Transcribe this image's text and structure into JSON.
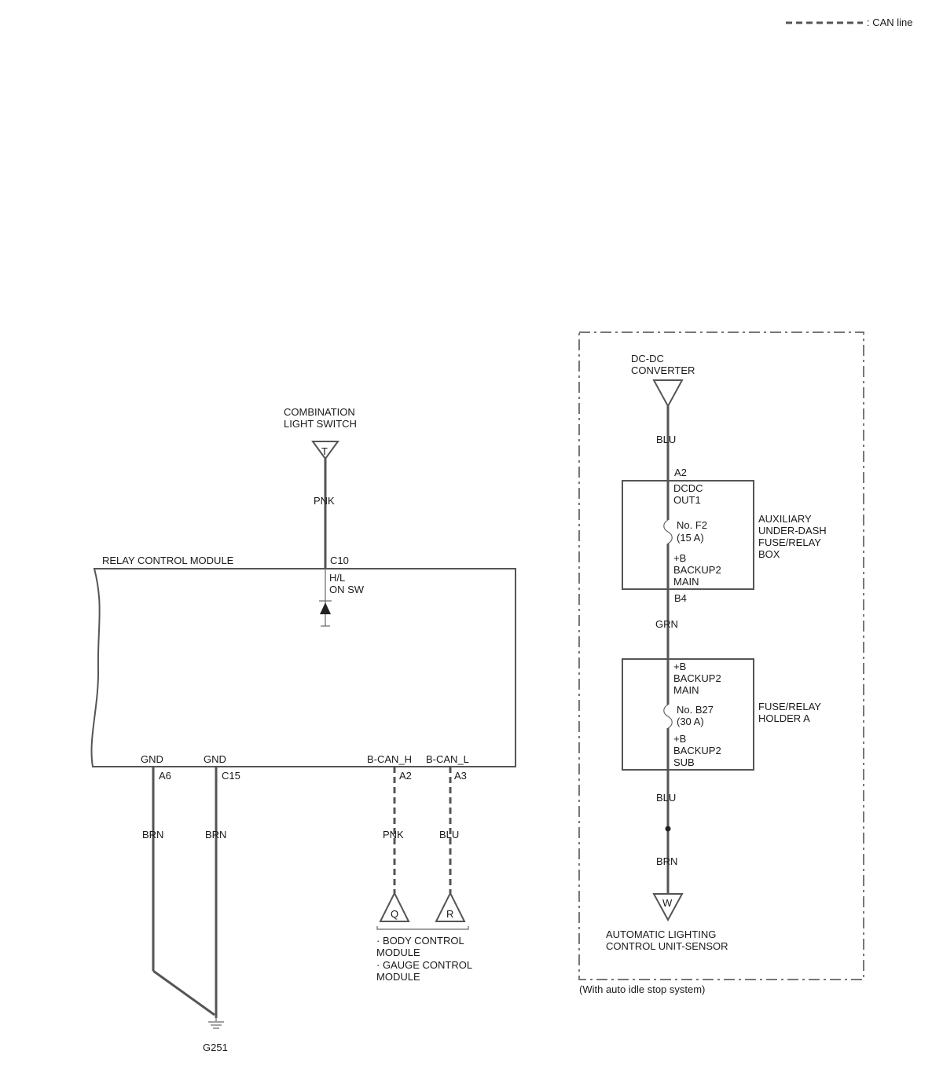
{
  "legend": {
    "can_line": ": CAN line"
  },
  "relay_module": {
    "title": "RELAY CONTROL MODULE",
    "pin_c10": "C10",
    "hl_on_sw_1": "H/L",
    "hl_on_sw_2": "ON SW",
    "gnd1": "GND",
    "gnd2": "GND",
    "can_h": "B-CAN_H",
    "can_l": "B-CAN_L",
    "pin_a6": "A6",
    "pin_c15": "C15",
    "pin_a2": "A2",
    "pin_a3": "A3"
  },
  "combination_switch": {
    "line1": "COMBINATION",
    "line2": "LIGHT SWITCH",
    "connector": "T",
    "wire": "PNK"
  },
  "ground_wires": {
    "wire1": "BRN",
    "wire2": "BRN",
    "ground": "G251"
  },
  "can_wires": {
    "wire_h": "PNK",
    "wire_l": "BLU",
    "conn_q": "Q",
    "conn_r": "R",
    "dest1": "· BODY CONTROL",
    "dest2": "MODULE",
    "dest3": "· GAUGE CONTROL",
    "dest4": "MODULE"
  },
  "right_panel": {
    "dcdc_1": "DC-DC",
    "dcdc_2": "CONVERTER",
    "wire_blu1": "BLU",
    "pin_a2": "A2",
    "dcdc_out_1": "DCDC",
    "dcdc_out_2": "OUT1",
    "fuse_f2_1": "No. F2",
    "fuse_f2_2": "(15 A)",
    "backup_main_1": "+B",
    "backup_main_2": "BACKUP2",
    "backup_main_3": "MAIN",
    "pin_b4": "B4",
    "aux_box_1": "AUXILIARY",
    "aux_box_2": "UNDER-DASH",
    "aux_box_3": "FUSE/RELAY",
    "aux_box_4": "BOX",
    "wire_grn": "GRN",
    "holder_main_1": "+B",
    "holder_main_2": "BACKUP2",
    "holder_main_3": "MAIN",
    "fuse_b27_1": "No. B27",
    "fuse_b27_2": "(30 A)",
    "holder_sub_1": "+B",
    "holder_sub_2": "BACKUP2",
    "holder_sub_3": "SUB",
    "holder_a_1": "FUSE/RELAY",
    "holder_a_2": "HOLDER A",
    "wire_blu2": "BLU",
    "wire_brn": "BRN",
    "conn_w": "W",
    "sensor_1": "AUTOMATIC LIGHTING",
    "sensor_2": "CONTROL UNIT-SENSOR",
    "note": "(With auto idle stop system)"
  }
}
